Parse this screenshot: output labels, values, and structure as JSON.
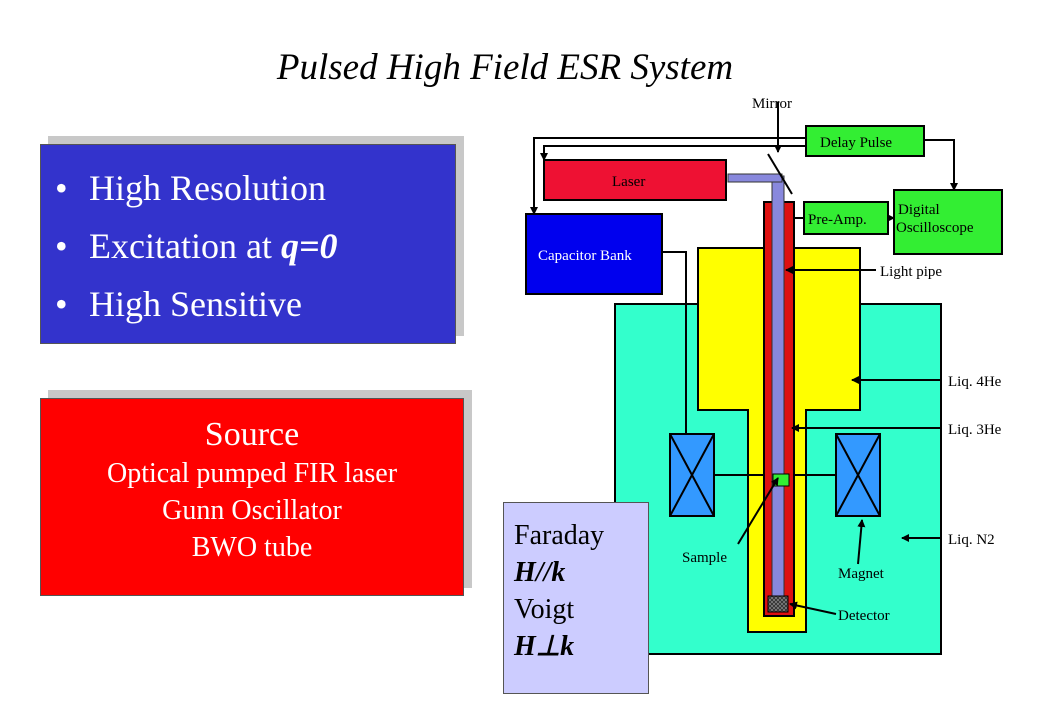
{
  "title": "Pulsed High Field ESR System",
  "features": {
    "items": [
      {
        "text": "High Resolution",
        "emph": ""
      },
      {
        "text": "Excitation at ",
        "emph": "q=0"
      },
      {
        "text": "High Sensitive",
        "emph": ""
      }
    ]
  },
  "source": {
    "title": "Source",
    "items": [
      "Optical pumped FIR laser",
      "Gunn Oscillator",
      "BWO tube"
    ]
  },
  "geometry": {
    "line1": "Faraday",
    "line2": "H//k",
    "line3": "Voigt",
    "line4": "H⊥k"
  },
  "diagram": {
    "mirror": "Mirror",
    "delay_pulse": "Delay Pulse",
    "laser": "Laser",
    "pre_amp": "Pre-Amp.",
    "digital": "Digital",
    "oscilloscope": "Oscilloscope",
    "capacitor_bank": "Capacitor Bank",
    "light_pipe": "Light pipe",
    "liq_4he": "Liq. 4He",
    "liq_3he": "Liq. 3He",
    "liq_n2": "Liq. N2",
    "sample": "Sample",
    "magnet": "Magnet",
    "detector": "Detector"
  },
  "colors": {
    "blue_box": "#3333cc",
    "red_box": "#ff0000",
    "label_box": "#ccccff",
    "nitrogen_bath": "#33ffcc",
    "helium_dewar": "#ffff00",
    "green_module": "#33ee33",
    "magnet": "#3399ff",
    "insert": "#dd1111"
  }
}
